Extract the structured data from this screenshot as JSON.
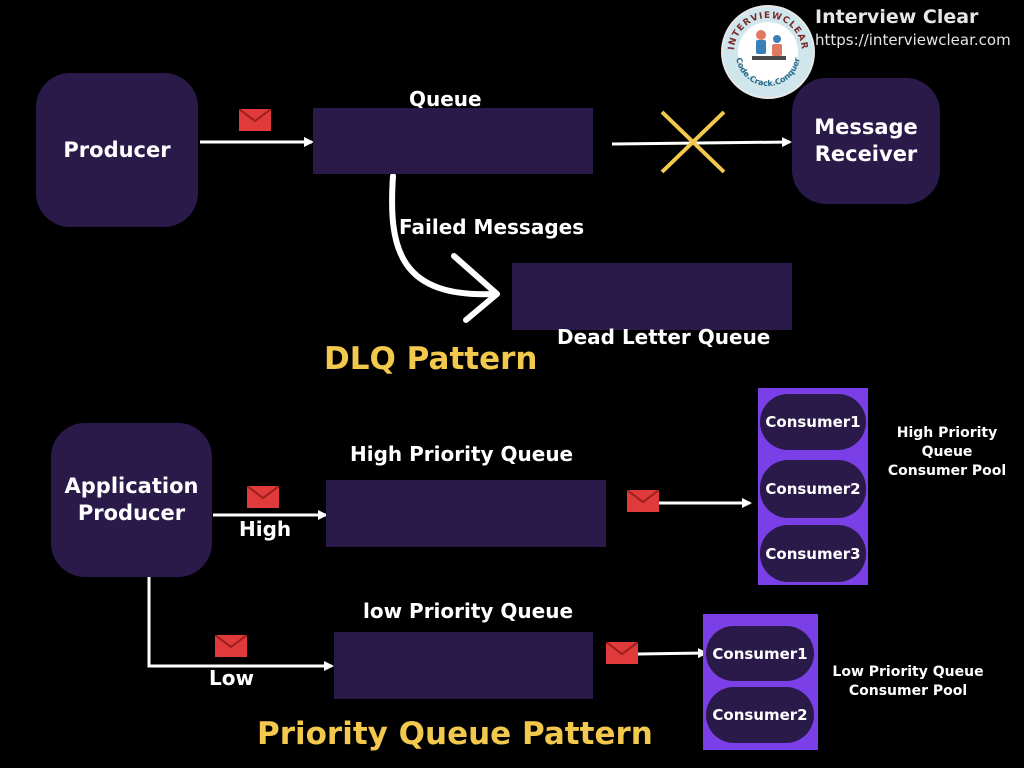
{
  "brand": {
    "name": "Interview Clear",
    "url": "https://interviewclear.com",
    "logo_text_top": "INTERVIEWCLEAR",
    "logo_text_bottom": "Code.Crack.Conquer"
  },
  "dlq": {
    "producer": "Producer",
    "queue_label": "Queue",
    "receiver": "Message\nReceiver",
    "failed_label": "Failed Messages",
    "dead_letter_label": "Dead Letter Queue",
    "title": "DLQ Pattern"
  },
  "priority": {
    "producer": "Application\nProducer",
    "high_edge_label": "High",
    "low_edge_label": "Low",
    "high_queue_label": "High Priority Queue",
    "low_queue_label": "low Priority Queue",
    "high_pool": {
      "consumers": [
        "Consumer1",
        "Consumer2",
        "Consumer3"
      ],
      "caption": "High Priority Queue\nConsumer Pool"
    },
    "low_pool": {
      "consumers": [
        "Consumer1",
        "Consumer2"
      ],
      "caption": "Low Priority Queue\nConsumer Pool"
    },
    "title": "Priority Queue Pattern"
  },
  "colors": {
    "background": "#000000",
    "node_fill": "#2a1a4a",
    "pool_fill": "#7b3fe8",
    "title": "#f2c94c",
    "envelope": "#e03a3a",
    "cross": "#f2c94c"
  },
  "icons": {
    "message": "envelope-icon",
    "blocked": "cross-icon"
  }
}
